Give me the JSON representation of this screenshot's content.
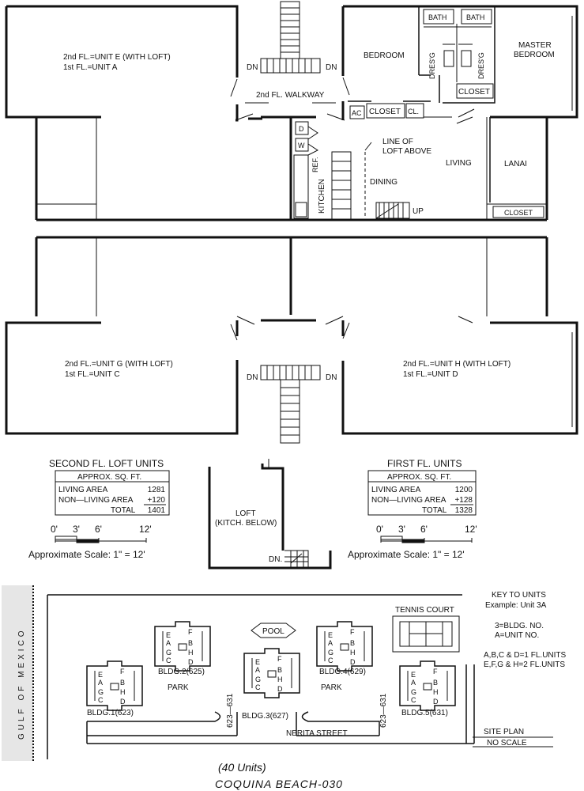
{
  "units": {
    "ea": [
      "2nd FL.=UNIT E (WITH LOFT)",
      "1st FL.=UNIT A"
    ],
    "gc": [
      "2nd FL.=UNIT G (WITH LOFT)",
      "1st FL.=UNIT C"
    ],
    "hd": [
      "2nd FL.=UNIT H (WITH LOFT)",
      "1st FL.=UNIT D"
    ]
  },
  "rooms": {
    "walkway": "2nd FL. WALKWAY",
    "dn": "DN",
    "bedroom": "BEDROOM",
    "bath": "BATH",
    "dresg": "DRES'G",
    "master": [
      "MASTER",
      "BEDROOM"
    ],
    "closet": "CLOSET",
    "ac": "AC",
    "cl": "CL.",
    "d": "D",
    "w": "W",
    "ref": "REF.",
    "kitchen": "KITCHEN",
    "loft_line": [
      "LINE OF",
      "LOFT ABOVE"
    ],
    "dining": "DINING",
    "living": "LIVING",
    "lanai": "LANAI",
    "up": "UP"
  },
  "second_table": {
    "title": "SECOND FL. LOFT UNITS",
    "header": "APPROX. SQ. FT.",
    "rows": [
      {
        "label": "LIVING AREA",
        "value": "1281"
      },
      {
        "label": "NON—LIVING AREA",
        "value": "+120"
      },
      {
        "label": "TOTAL",
        "value": "1401"
      }
    ]
  },
  "first_table": {
    "title": "FIRST FL. UNITS",
    "header": "APPROX. SQ. FT.",
    "rows": [
      {
        "label": "LIVING AREA",
        "value": "1200"
      },
      {
        "label": "NON—LIVING AREA",
        "value": "+128"
      },
      {
        "label": "TOTAL",
        "value": "1328"
      }
    ]
  },
  "scale": {
    "ticks": [
      "0'",
      "3'",
      "6'",
      "12'"
    ],
    "caption": "Approximate Scale:  1\"  =  12'"
  },
  "loft": {
    "label": [
      "LOFT",
      "(KITCH. BELOW)"
    ],
    "dn": "DN."
  },
  "site": {
    "gulf": "GULF OF MEXICO",
    "pool": "POOL",
    "tennis": "TENNIS COURT",
    "park": "PARK",
    "street": "NERITA STREET",
    "range": "623—631",
    "title": "SITE PLAN",
    "no_scale": "NO SCALE",
    "buildings": [
      "BLDG.1(623)",
      "BLDG.2(625)",
      "BLDG.3(627)",
      "BLDG.4(629)",
      "BLDG.5(631)"
    ],
    "letters": [
      "E",
      "A",
      "F",
      "B",
      "G",
      "C",
      "H",
      "D"
    ]
  },
  "key": {
    "lines": [
      "KEY TO UNITS",
      "Example: Unit 3A",
      "3=BLDG. NO.",
      "A=UNIT NO.",
      "A,B,C & D=1 FL.UNITS",
      "E,F,G & H=2 FL.UNITS"
    ]
  },
  "caption": {
    "units": "(40 Units)",
    "title": "COQUINA BEACH-030"
  }
}
